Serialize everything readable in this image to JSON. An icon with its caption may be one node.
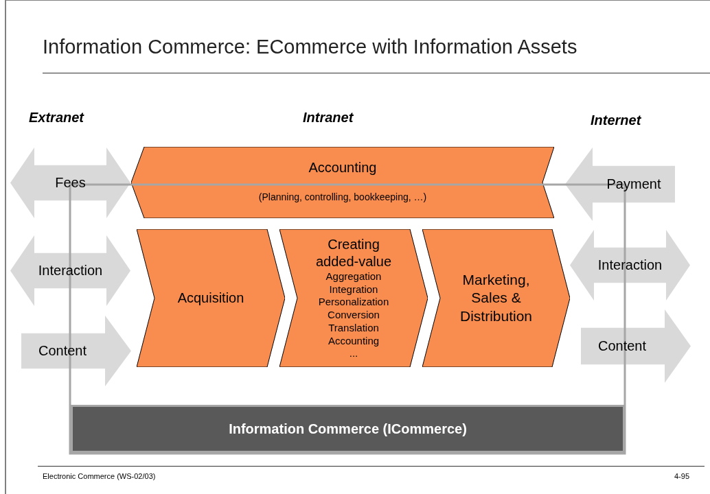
{
  "diagram": {
    "title": "Information Commerce: ECommerce with Information Assets",
    "nodes": [
      {
        "text": [
          "Accounting",
          "(Planning, controlling, bookkeeping, …)"
        ]
      },
      {
        "text": [
          "Acquisition"
        ]
      },
      {
        "text": [
          "Creating added-value",
          "Aggregation Integration Personalization Conversion Translation Accounting ..."
        ]
      },
      {
        "text": [
          "Marketing, Sales & Distribution"
        ]
      },
      {
        "text": [
          "Fees"
        ]
      },
      {
        "text": [
          "Interaction"
        ]
      },
      {
        "text": [
          "Content"
        ]
      },
      {
        "text": [
          "Payment"
        ]
      },
      {
        "text": [
          "Interaction"
        ]
      },
      {
        "text": [
          "Content"
        ]
      },
      {
        "text": [
          "Information Commerce (ICommerce)"
        ]
      }
    ],
    "labels": [
      "Extranet",
      "Intranet",
      "Internet",
      "Electronic Commerce (WS-02/03)",
      "4-95"
    ]
  }
}
